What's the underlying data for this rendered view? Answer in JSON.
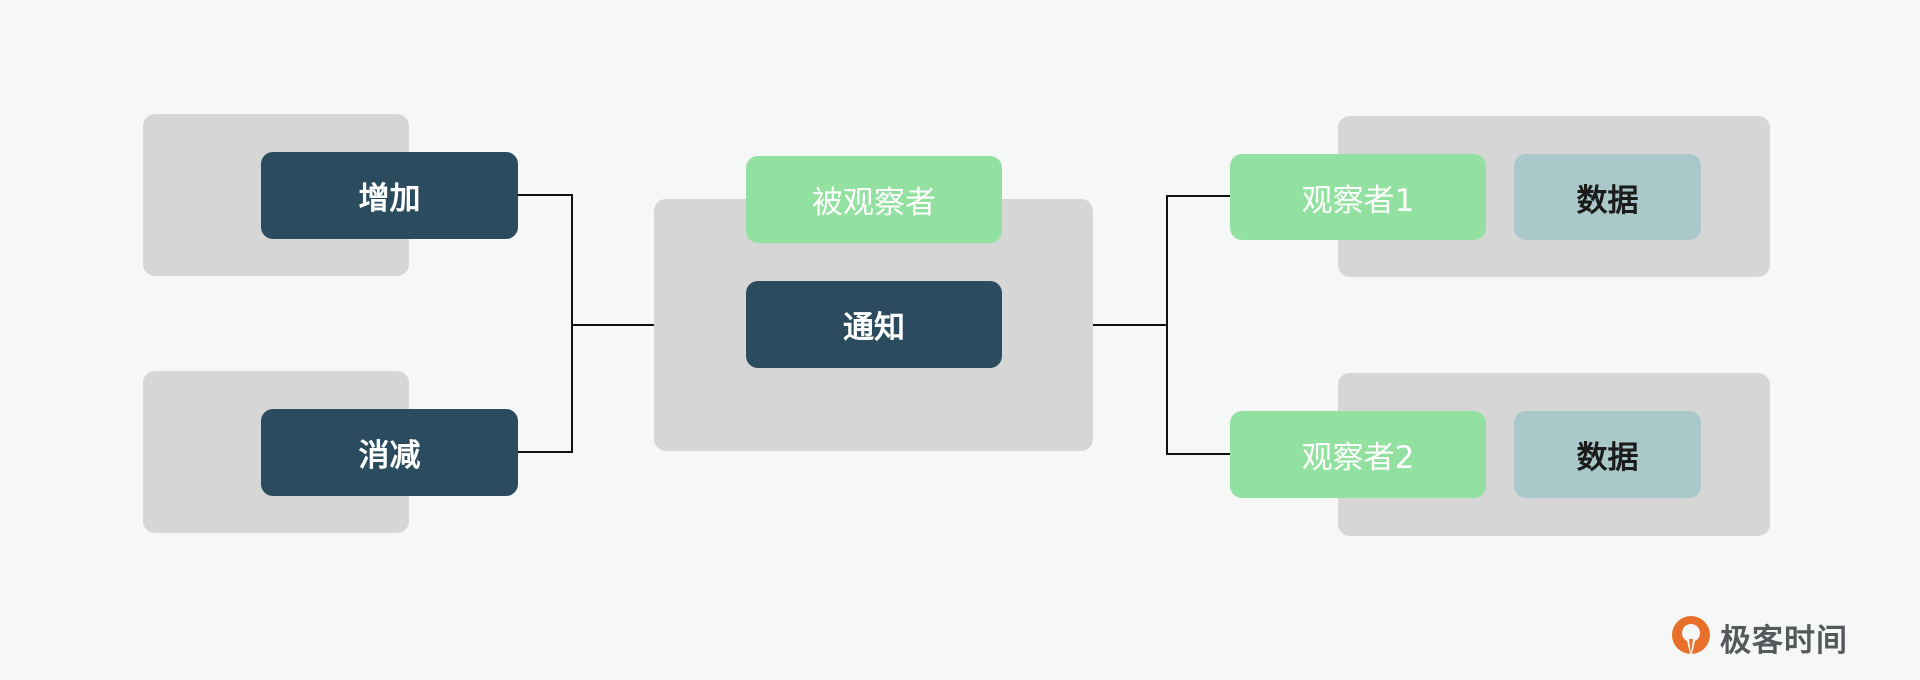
{
  "left": {
    "top_box": "增加",
    "bottom_box": "消减"
  },
  "subject": {
    "title": "被观察者",
    "action": "通知"
  },
  "observers": [
    {
      "name": "观察者1",
      "data": "数据"
    },
    {
      "name": "观察者2",
      "data": "数据"
    }
  ],
  "brand": {
    "name": "极客时间"
  },
  "colors": {
    "background": "#f6f7f7",
    "panel": "#d6d6d6",
    "dark_box": "#2b4c5e",
    "green_box": "#93e1a0",
    "teal_box": "#aac8c9",
    "brand_orange": "#e8702a"
  }
}
